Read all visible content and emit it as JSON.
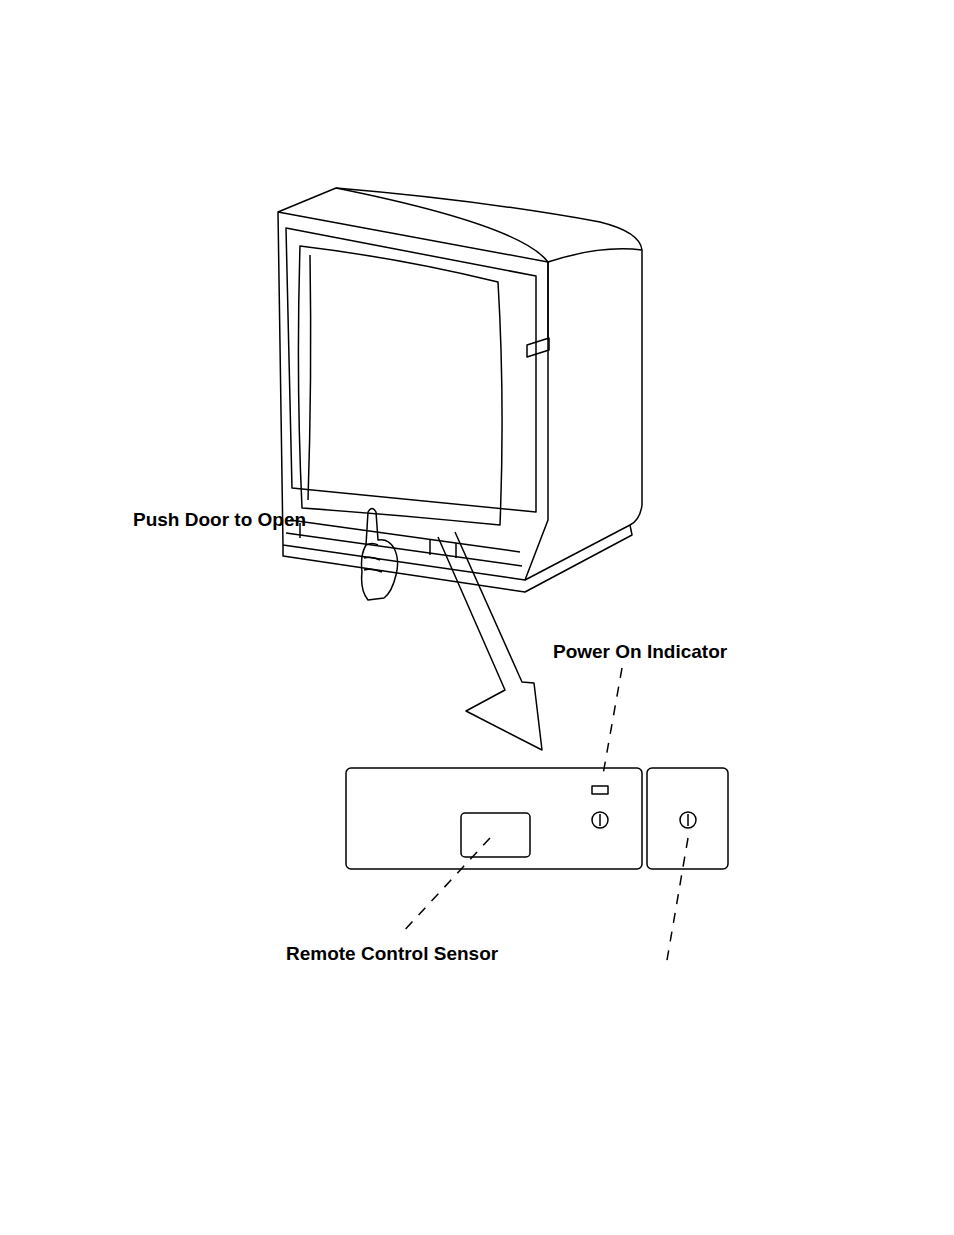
{
  "diagram": {
    "labels": [
      "Push Door to Open",
      "Power On Indicator",
      "Remote Control Sensor"
    ]
  }
}
